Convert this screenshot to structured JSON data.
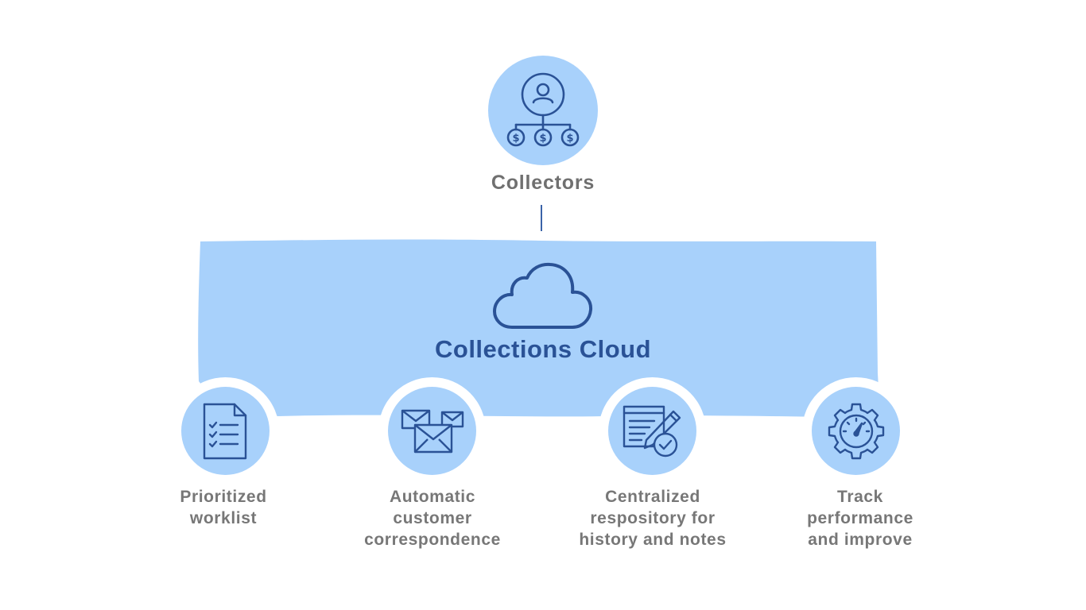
{
  "top": {
    "label": "Collectors",
    "icon": "collectors-hierarchy-icon"
  },
  "hub": {
    "title": "Collections Cloud",
    "icon": "cloud-icon"
  },
  "features": [
    {
      "label": "Prioritized\nworklist",
      "icon": "checklist-document-icon"
    },
    {
      "label": "Automatic\ncustomer\ncorrespondence",
      "icon": "envelopes-icon"
    },
    {
      "label": "Centralized\nrespository for\nhistory and notes",
      "icon": "notes-pencil-icon"
    },
    {
      "label": "Track\nperformance\nand improve",
      "icon": "gauge-gear-icon"
    }
  ],
  "colors": {
    "background": "#ffffff",
    "circle_fill": "#a8d1fb",
    "band_fill": "#a8d1fb",
    "icon_stroke": "#2a5296",
    "title_text": "#2a5296",
    "label_text": "#777777"
  }
}
